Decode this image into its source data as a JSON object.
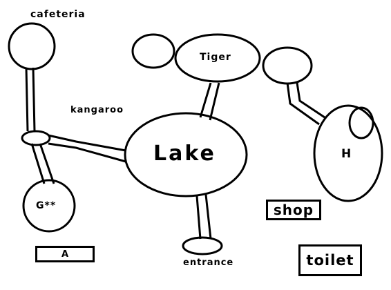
{
  "map": {
    "nodes": {
      "cafeteria": "cafeteria",
      "kangaroo": "kangaroo",
      "tiger": "Tiger",
      "lake": "Lake",
      "h": "H",
      "g": "G**",
      "a": "A",
      "shop": "shop",
      "entrance": "entrance",
      "toilet": "toilet"
    },
    "colors": {
      "ink": "#000000",
      "background": "#ffffff"
    }
  }
}
